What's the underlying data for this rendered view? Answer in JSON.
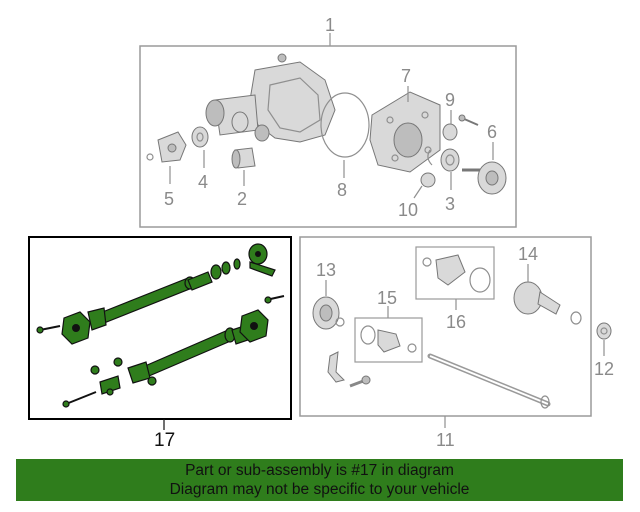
{
  "callouts": {
    "c1": "1",
    "c2": "2",
    "c3": "3",
    "c4": "4",
    "c5": "5",
    "c6": "6",
    "c7": "7",
    "c8": "8",
    "c9": "9",
    "c10": "10",
    "c11": "11",
    "c12": "12",
    "c13": "13",
    "c14": "14",
    "c15": "15",
    "c16": "16",
    "c17": "17"
  },
  "banner": {
    "line1": "Part or sub-assembly is #17 in diagram",
    "line2": "Diagram may not be specific to your vehicle"
  },
  "colors": {
    "highlight_part": "#2f7d1c",
    "banner_bg": "#2f7d1c",
    "box_border": "#9a9a9a",
    "selected_box_border": "#000000"
  }
}
